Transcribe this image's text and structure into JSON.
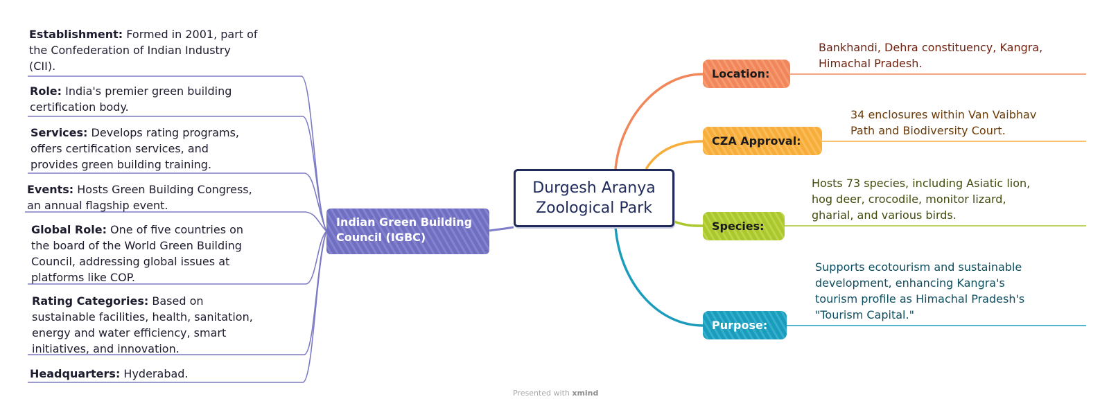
{
  "central": {
    "title": "Durgesh Aranya\nZoological Park"
  },
  "left_topic": {
    "label": "Indian Green Building\nCouncil (IGBC)",
    "color": "#6f6ec0",
    "items": [
      {
        "key": "Establishment:",
        "text": " Formed in 2001, part of\nthe Confederation of Indian Industry\n(CII)."
      },
      {
        "key": "Role:",
        "text": " India's premier green building\ncertification body."
      },
      {
        "key": "Services:",
        "text": " Develops rating programs,\noffers certification services, and\nprovides green building training."
      },
      {
        "key": "Events:",
        "text": " Hosts Green Building Congress,\nan annual flagship event."
      },
      {
        "key": "Global Role:",
        "text": " One of five countries on\nthe board of the World Green Building\nCouncil, addressing global issues at\nplatforms like COP."
      },
      {
        "key": "Rating Categories:",
        "text": " Based on\nsustainable facilities, health, sanitation,\nenergy and water efficiency, smart\ninitiatives, and innovation."
      },
      {
        "key": "Headquarters:",
        "text": " Hyderabad."
      }
    ]
  },
  "right_topics": [
    {
      "label": "Location:",
      "color": "#f08659",
      "text_color": "#6b1f0d",
      "desc": "Bankhandi, Dehra constituency, Kangra,\nHimachal Pradesh."
    },
    {
      "label": "CZA Approval:",
      "color": "#f7ad3a",
      "text_color": "#6b3a06",
      "desc": "34 enclosures within Van Vaibhav\nPath and Biodiversity Court."
    },
    {
      "label": "Species:",
      "color": "#aac72e",
      "text_color": "#3f4a0c",
      "desc": "Hosts 73 species, including Asiatic lion,\nhog deer, crocodile, monitor lizard,\ngharial, and various birds."
    },
    {
      "label": "Purpose:",
      "color": "#1b9cbc",
      "text_color": "#0d4e60",
      "desc": "Supports ecotourism and sustainable\ndevelopment, enhancing Kangra's\ntourism profile as Himachal Pradesh's\n\"Tourism Capital.\""
    }
  ],
  "footer": {
    "prefix": "Presented with",
    "brand": "xmind"
  }
}
